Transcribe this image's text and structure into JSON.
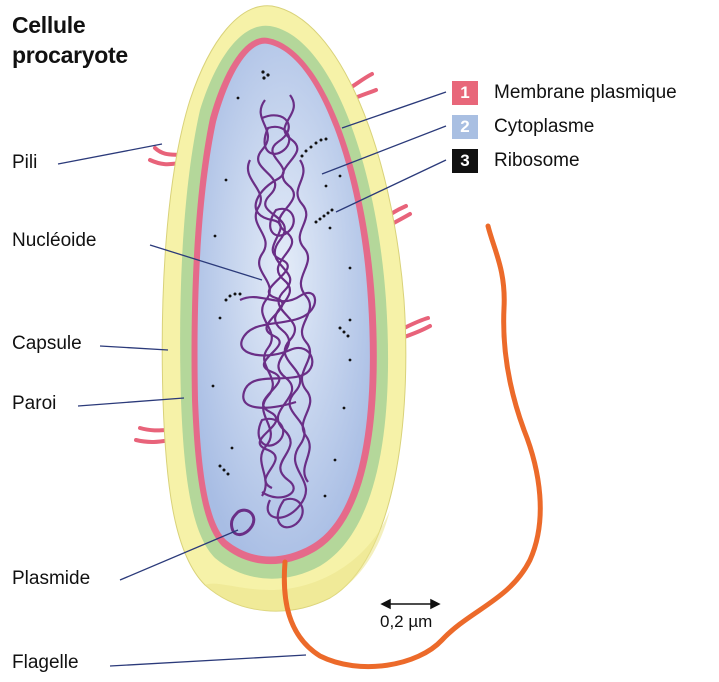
{
  "title": {
    "line1": "Cellule",
    "line2": "procaryote"
  },
  "labels": {
    "pili": "Pili",
    "nucleoide": "Nucléoide",
    "capsule": "Capsule",
    "paroi": "Paroi",
    "plasmide": "Plasmide",
    "flagelle": "Flagelle"
  },
  "legend": [
    {
      "num": "1",
      "text": "Membrane plasmique",
      "color": "#e8677a"
    },
    {
      "num": "2",
      "text": "Cytoplasme",
      "color": "#a9bfe2"
    },
    {
      "num": "3",
      "text": "Ribosome",
      "color": "#111111"
    }
  ],
  "scale_bar": {
    "text": "0,2 µm"
  },
  "colors": {
    "capsule": "#f6f2a8",
    "paroi": "#b4d79a",
    "membrane": "#e56a8a",
    "cytoplasm": "#b8c9ea",
    "nucleoid": "#6a2e86",
    "flagellum": "#ec6a2a",
    "pili": "#e8637a",
    "leader": "#2b3a7a"
  }
}
